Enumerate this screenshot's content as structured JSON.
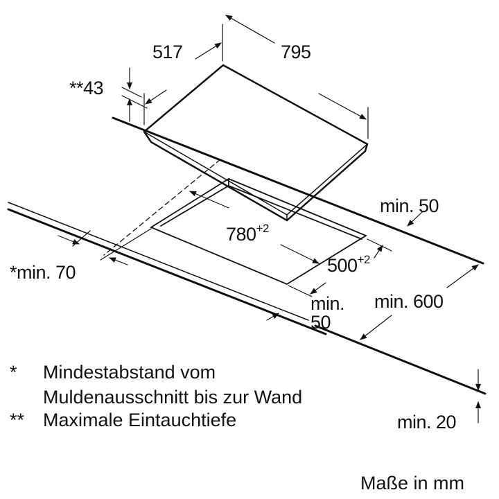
{
  "dimensions": {
    "hob_depth": "517",
    "hob_width": "795",
    "immersion_depth": "**43",
    "cutout_width": "780",
    "cutout_width_tol": "+2",
    "cutout_depth": "500",
    "cutout_depth_tol": "+2",
    "min_back": "min. 50",
    "min_wall": "*min. 70",
    "min_front_a": "min.",
    "min_front_b": "50",
    "min_depth": "min. 600",
    "min_thickness": "min. 20"
  },
  "notes": [
    {
      "marker": "*",
      "text": "Mindestabstand vom"
    },
    {
      "marker": "",
      "text": "Muldenausschnitt bis zur Wand"
    },
    {
      "marker": "**",
      "text": "Maximale Eintauchtiefe"
    }
  ],
  "units": "Maße in mm"
}
